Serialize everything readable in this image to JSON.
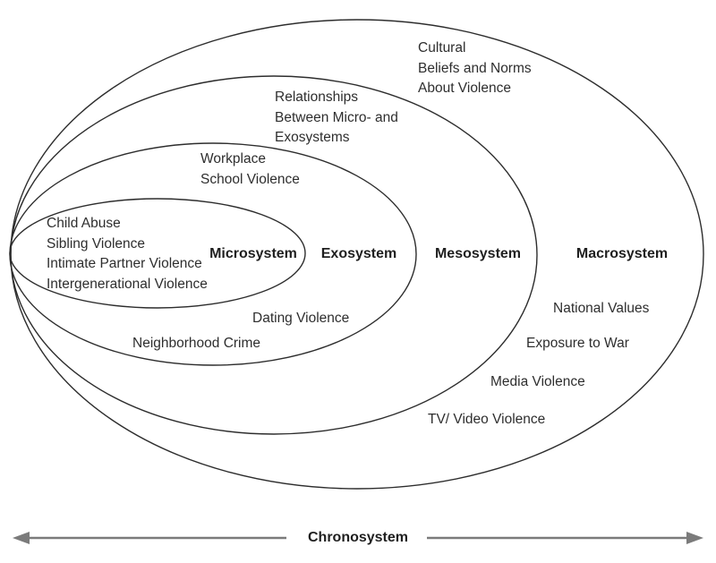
{
  "diagram": {
    "ellipse_labels": {
      "microsystem": "Microsystem",
      "exosystem": "Exosystem",
      "mesosystem": "Mesosystem",
      "macrosystem": "Macrosystem",
      "chronosystem": "Chronosystem"
    },
    "annotations": {
      "cultural_beliefs": "Cultural\nBeliefs and Norms\nAbout Violence",
      "relationships": "Relationships\nBetween Micro- and\nExosystems",
      "workplace_school": "Workplace\nSchool Violence",
      "microsystem_examples": "Child Abuse\nSibling Violence\nIntimate Partner Violence\nIntergenerational Violence",
      "dating_violence": "Dating Violence",
      "neighborhood_crime": "Neighborhood Crime",
      "national_values": "National Values",
      "exposure_to_war": "Exposure to War",
      "media_violence": "Media Violence",
      "tv_video_violence": "TV/ Video Violence"
    },
    "colors": {
      "background": "#ffffff",
      "ellipse_stroke": "#2d2d2d",
      "text": "#2e2e2e",
      "arrow": "#7b7b7b"
    }
  }
}
